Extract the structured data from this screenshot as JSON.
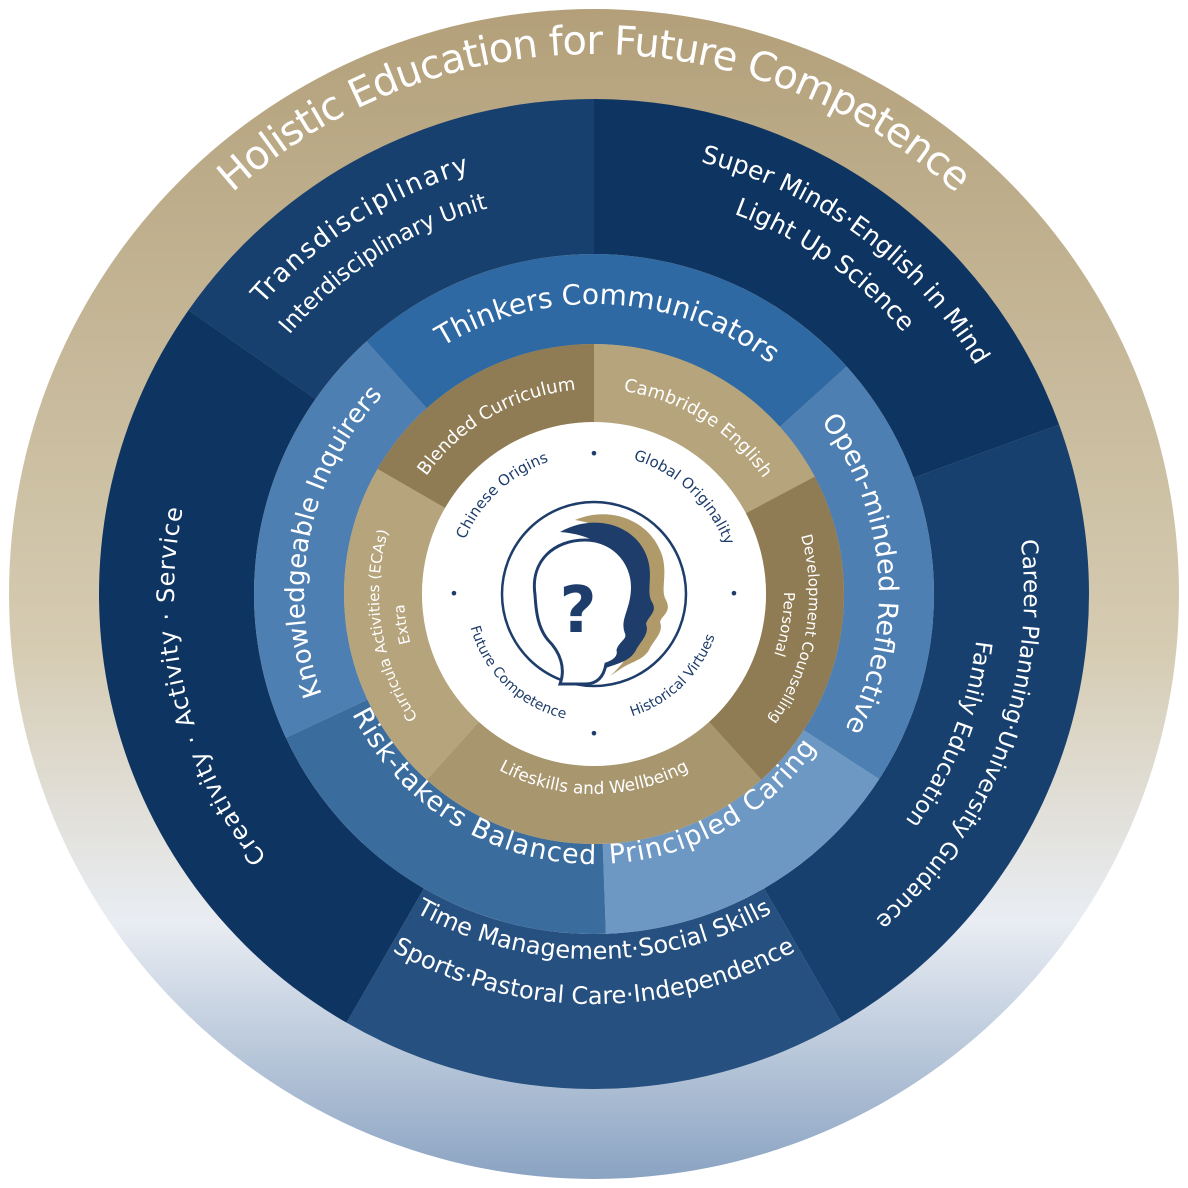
{
  "title": "Holistic Education for Future Competence",
  "colors": {
    "gold_ring": "#b3a07a",
    "gold_ring_light": "#d6ccb3",
    "outer_dark": "#17406e",
    "outer_darker": "#0e3461",
    "outer_lower": "#26507f",
    "attr_blue": "#3a6c9e",
    "attr_blue_mid": "#4d7fb3",
    "attr_blue_light": "#6e98c4",
    "attr_blue_top": "#2f69a3",
    "inner_gold": "#a8966f",
    "inner_gold_light": "#b6a47c",
    "inner_gold_dark": "#8f7c55",
    "core_navy": "#1e3d6b",
    "text_white": "#ffffff"
  },
  "outer_ring": {
    "top_left": [
      "Transdisciplinary",
      "Interdisciplinary Unit"
    ],
    "top_right": [
      "Super Minds·English in Mind",
      "Light Up Science"
    ],
    "left": "Creativity · Activity · Service",
    "right": [
      "Family Education",
      "Career Planning·University Guidance"
    ],
    "bottom": [
      "Time Management·Social Skills",
      "Sports·Pastoral Care·Independence"
    ]
  },
  "attributes_ring": {
    "top": "Thinkers Communicators",
    "right": "Open-minded Reflective",
    "bottom_right": "Principled Caring",
    "bottom_left": "Risk-takers Balanced",
    "left": "Knowledgeable Inquirers"
  },
  "curriculum_ring": {
    "blended": "Blended Curriculum",
    "cambridge": "Cambridge English",
    "pdc": [
      "Personal",
      "Development Counselling"
    ],
    "lifeskills": "Lifeskills and Wellbeing",
    "eca": [
      "Extra",
      "Curricula Activities (ECAs)"
    ]
  },
  "core": {
    "chinese_origins": "Chinese Origins",
    "global_originality": "Global Originality",
    "historical_virtues": "Historical Virtues",
    "future_competence": "Future Competence",
    "bullet": "•",
    "icon_symbol": "?"
  }
}
